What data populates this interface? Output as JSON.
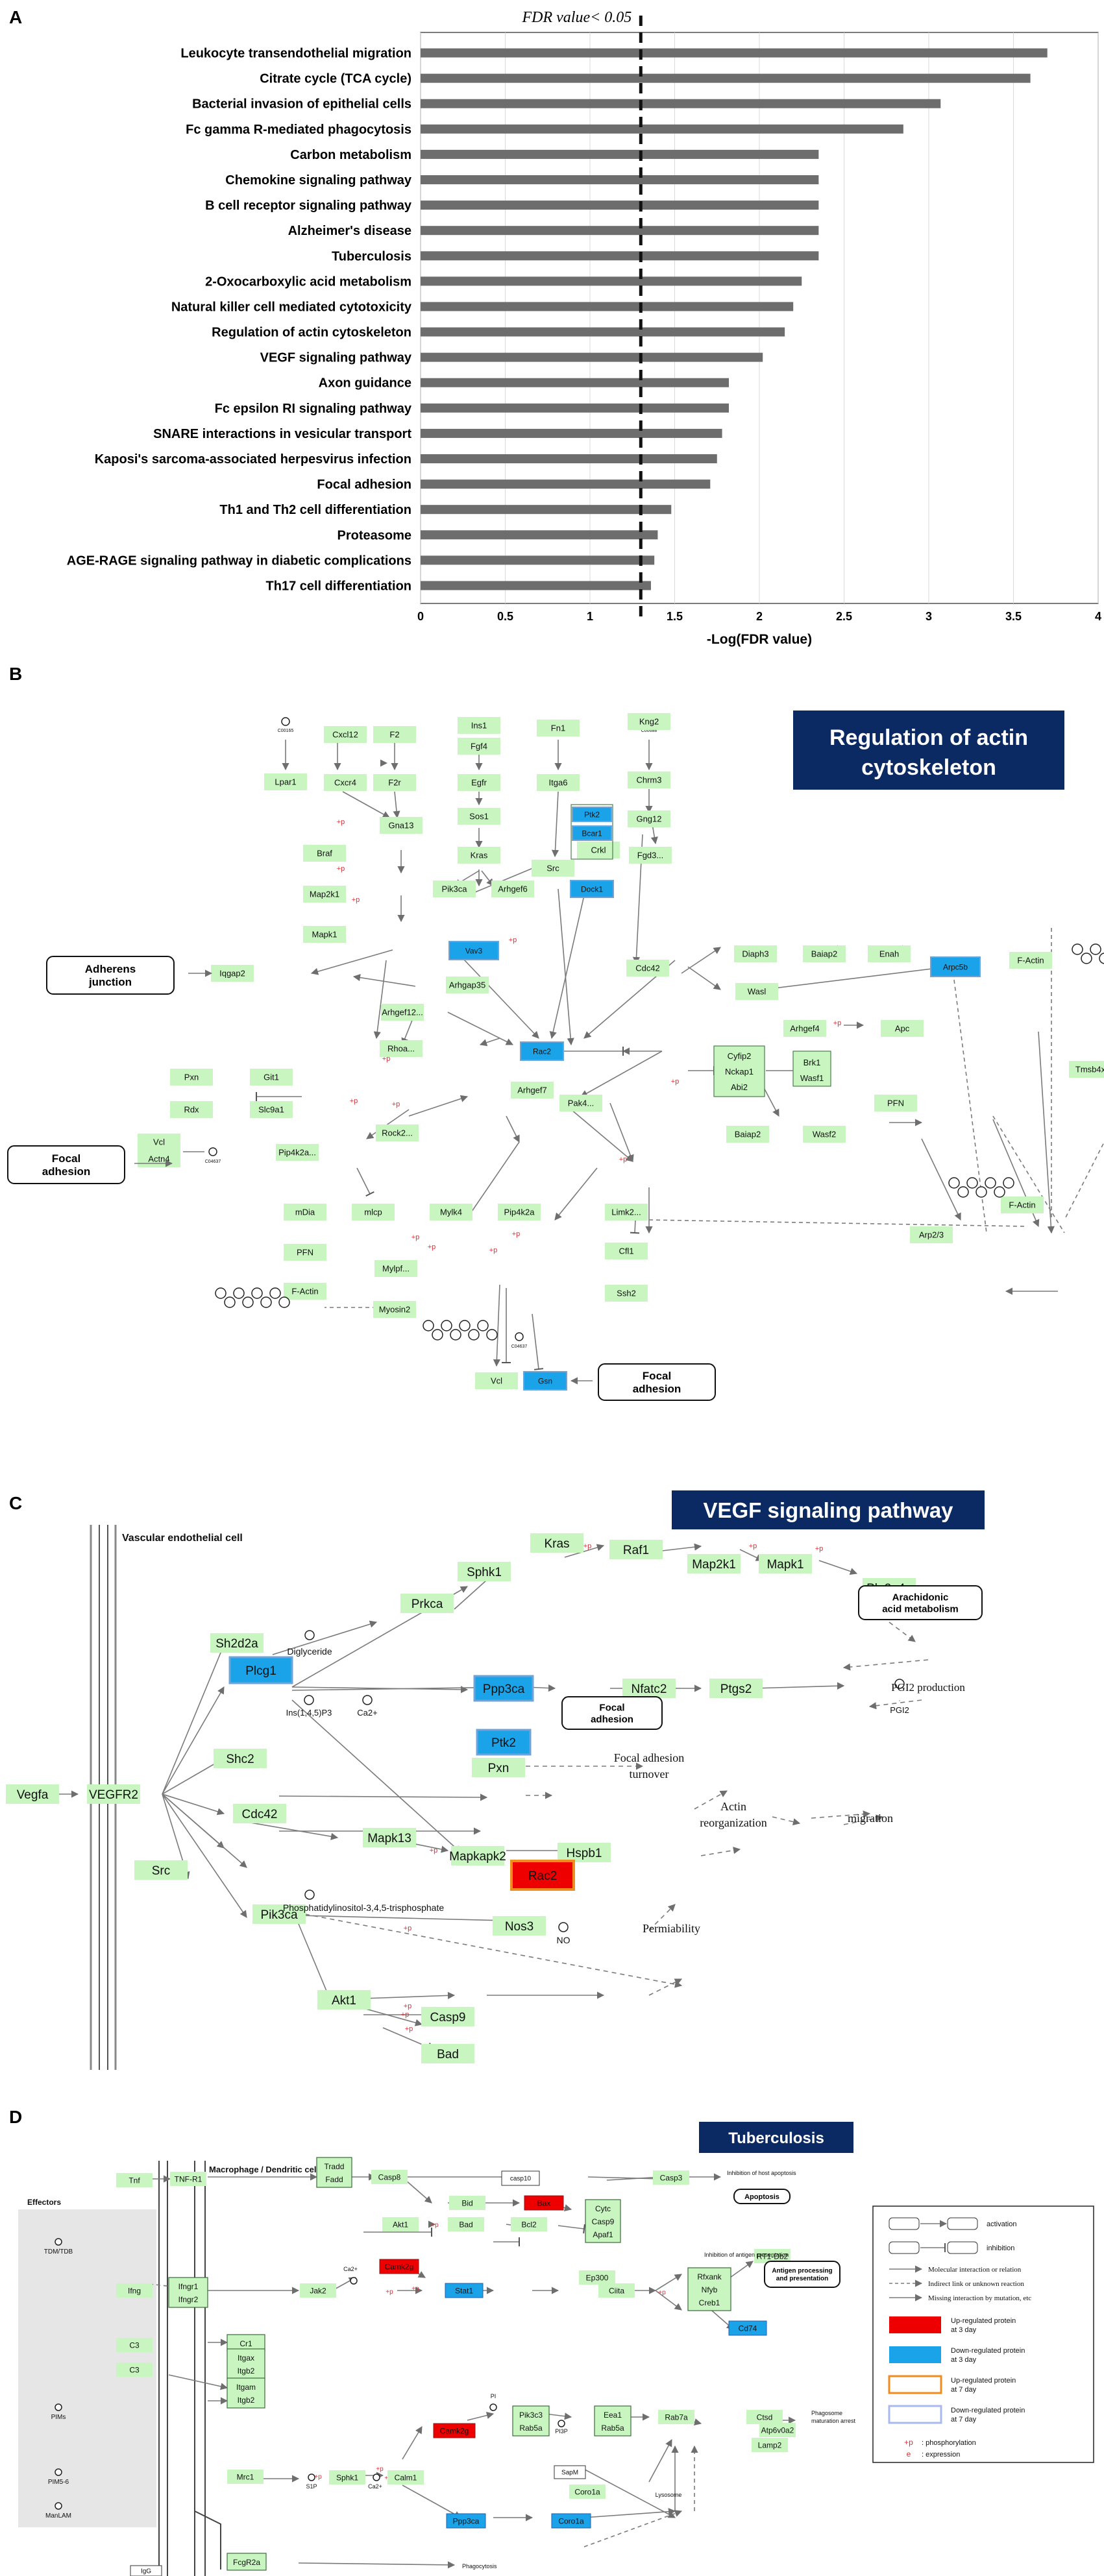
{
  "panel_labels": [
    "A",
    "B",
    "C",
    "D"
  ],
  "chart_data": {
    "type": "bar",
    "orientation": "horizontal",
    "title": "",
    "threshold_label": "FDR value< 0.05",
    "threshold_value": 1.3,
    "xlabel": "-Log(FDR value)",
    "xlim": [
      0,
      4
    ],
    "xticks": [
      "0",
      "0.5",
      "1",
      "1.5",
      "2",
      "2.5",
      "3",
      "3.5",
      "4"
    ],
    "grid": true,
    "bar_color": "#6d6d6d",
    "categories": [
      "Leukocyte transendothelial migration",
      "Citrate cycle (TCA cycle)",
      "Bacterial invasion of epithelial cells",
      "Fc gamma R-mediated phagocytosis",
      "Carbon metabolism",
      "Chemokine signaling pathway",
      "B cell receptor signaling pathway",
      "Alzheimer's disease",
      "Tuberculosis",
      "2-Oxocarboxylic acid metabolism",
      "Natural killer cell mediated cytotoxicity",
      "Regulation of actin cytoskeleton",
      "VEGF signaling pathway",
      "Axon guidance",
      "Fc epsilon RI signaling pathway",
      "SNARE interactions in vesicular transport",
      "Kaposi's sarcoma-associated herpesvirus infection",
      "Focal adhesion",
      "Th1 and Th2 cell differentiation",
      "Proteasome",
      "AGE-RAGE signaling pathway in diabetic complications",
      "Th17 cell differentiation"
    ],
    "values": [
      3.7,
      3.6,
      3.07,
      2.85,
      2.35,
      2.35,
      2.35,
      2.35,
      2.35,
      2.25,
      2.2,
      2.15,
      2.02,
      1.82,
      1.82,
      1.78,
      1.75,
      1.71,
      1.48,
      1.4,
      1.38,
      1.36
    ]
  },
  "panel_b": {
    "title_line1": "Regulation  of actin",
    "title_line2": "cytoskeleton",
    "title_bg": "#0b2a63",
    "side_labels": {
      "adherens": [
        "Adherens",
        "junction"
      ],
      "focal_left": [
        "Focal",
        "adhesion"
      ],
      "focal_bottom": [
        "Focal",
        "adhesion"
      ]
    },
    "nodes": {
      "lpar1": "Lpar1",
      "cxcl12": "Cxcl12",
      "cxcr4": "Cxcr4",
      "f2": "F2",
      "f2r": "F2r",
      "gna13": "Gna13",
      "ins1": "Ins1",
      "fgf4": "Fgf4",
      "egfr": "Egfr",
      "sos1": "Sos1",
      "kras": "Kras",
      "pik3ca": "Pik3ca",
      "arhgef6": "Arhgef6",
      "fn1": "Fn1",
      "itga6": "Itga6",
      "src": "Src",
      "ptk2": "Ptk2",
      "bcar1": "Bcar1",
      "crkl": "Crkl",
      "dock1": "Dock1",
      "kng2": "Kng2",
      "chrm3": "Chrm3",
      "gng12": "Gng12",
      "fgd3": "Fgd3...",
      "braf": "Braf",
      "map2k1": "Map2k1",
      "mapk1": "Mapk1",
      "vav3": "Vav3",
      "iqgap2": "Iqgap2",
      "cdc42": "Cdc42",
      "diaph3": "Diaph3",
      "baiap2": "Baiap2",
      "enah": "Enah",
      "wasl": "Wasl",
      "arpc5b": "Arpc5b",
      "factin1": "F-Actin",
      "arhgef12": "Arhgef12...",
      "arhgap35": "Arhgap35",
      "rhoa": "Rhoa...",
      "rac2": "Rac2",
      "arhgef4": "Arhgef4",
      "apc": "Apc",
      "cyfip2": "Cyfip2",
      "nckap1": "Nckap1",
      "abi2": "Abi2",
      "brk1": "Brk1",
      "wasf1": "Wasf1",
      "pxn": "Pxn",
      "git1": "Git1",
      "rdx": "Rdx",
      "slc9a1": "Slc9a1",
      "arhgef7": "Arhgef7",
      "pak4": "Pak4...",
      "vcl": "Vcl",
      "actn4": "Actn4",
      "pip4k2a": "Pip4k2a...",
      "rock2": "Rock2...",
      "baiap2b": "Baiap2",
      "wasf2": "Wasf2",
      "pfn1": "PFN",
      "tmsb4x": "Tmsb4x",
      "factin2": "F-Actin",
      "arp23": "Arp2/3",
      "mdia": "mDia",
      "mlcp": "mlcp",
      "mylk4": "Mylk4",
      "pip4k2a2": "Pip4k2a",
      "limk2": "Limk2...",
      "cfl1": "Cfl1",
      "ssh2": "Ssh2",
      "pfn2": "PFN",
      "factin3": "F-Actin",
      "mylpf": "Mylpf...",
      "myosin2": "Myosin2",
      "vcl2": "Vcl",
      "gsn": "Gsn"
    },
    "small_labels": {
      "c1": "C00165",
      "c2": "C00688",
      "c3": "C04637",
      "c4": "C04637"
    }
  },
  "panel_c": {
    "title": "VEGF signaling  pathway",
    "title_bg": "#0b2a63",
    "cell_label": "Vascular endothelial cell",
    "nodes": {
      "vegfa": "Vegfa",
      "vegfr2": "VEGFR2",
      "sh2d2a": "Sh2d2a",
      "plcg1": "Plcg1",
      "shc2": "Shc2",
      "cdc42": "Cdc42",
      "src": "Src",
      "pik3ca": "Pik3ca",
      "sphk1": "Sphk1",
      "kras": "Kras",
      "raf1": "Raf1",
      "map2k1": "Map2k1",
      "mapk1": "Mapk1",
      "prkca": "Prkca",
      "pla2g4a": "Pla2g4a",
      "ppp3ca": "Ppp3ca",
      "nfatc2": "Nfatc2",
      "ptgs2": "Ptgs2",
      "ptk2": "Ptk2",
      "pxn": "Pxn",
      "mapk13": "Mapk13",
      "mapkapk2": "Mapkapk2",
      "hspb1": "Hspb1",
      "rac2": "Rac2",
      "nos3": "Nos3",
      "akt1": "Akt1",
      "casp9": "Casp9",
      "bad": "Bad"
    },
    "labels": {
      "diglyceride": "Diglyceride",
      "ins": "Ins(1,4,5)P3",
      "ca": "Ca2+",
      "arach": [
        "Arachidonic",
        "acid metabolism"
      ],
      "pgi2prod": "PGI2  production",
      "pgi2": "PGI2",
      "focal": [
        "Focal",
        "adhesion"
      ],
      "turnover": [
        "Focal adhesion",
        "turnover"
      ],
      "actin": [
        "Actin",
        "reorganization"
      ],
      "migration": "migration",
      "pip3": "Phosphatidylinositol-3,4,5-trisphosphate",
      "no": "NO",
      "permeability": "Permiability"
    }
  },
  "panel_d": {
    "title": "Tuberculosis",
    "title_bg": "#0b2a63",
    "effectors": "Effectors",
    "cell_label": "Macrophage / Dendritic cell",
    "effector_items": [
      "TDM/TDB",
      "PIMs",
      "PIM5-6",
      "ManLAM"
    ],
    "nodes": {
      "tnf": "Tnf",
      "tnfr1": "TNF-R1",
      "tradd": "Tradd",
      "fadd": "Fadd",
      "casp8": "Casp8",
      "casp10": "casp10",
      "bid": "Bid",
      "bax": "Bax",
      "casp3": "Casp3",
      "akt1": "Akt1",
      "bad": "Bad",
      "bcl2": "Bcl2",
      "cytc": "Cytc",
      "casp9": "Casp9",
      "apaf1": "Apaf1",
      "camk2g": "Camk2g",
      "ifng": "Ifng",
      "ifngr1": "Ifngr1",
      "ifngr2": "Ifngr2",
      "jak2": "Jak2",
      "stat1": "Stat1",
      "ep300": "Ep300",
      "ciita": "Ciita",
      "rfxank": "Rfxank",
      "nfyb": "Nfyb",
      "creb1": "Creb1",
      "rt1db2": "RT1-Db2",
      "cd74": "Cd74",
      "c3a": "C3",
      "c3b": "C3",
      "cr1": "Cr1",
      "itgax": "Itgax",
      "itgb2a": "Itgb2",
      "itgam": "Itgam",
      "itgb2b": "Itgb2",
      "mrc1": "Mrc1",
      "pik3c3": "Pik3c3",
      "rab5a": "Rab5a",
      "eea1": "Eea1",
      "rab5a2": "Rab5a",
      "rab7a": "Rab7a",
      "ctsd": "Ctsd",
      "atp6v0a2": "Atp6v0a2",
      "lamp2": "Lamp2",
      "sapm": "SapM",
      "coro1a": "Coro1a",
      "coro1a2": "Coro1a",
      "sphk1": "Sphk1",
      "calm1": "Calm1",
      "ppp3ca": "Ppp3ca",
      "camk2g2": "Camk2g",
      "igg": "IgG",
      "fcgr2a": "FcgR2a"
    },
    "labels": {
      "inhibition_apoptosis": "Inhibition of host apoptosis",
      "apoptosis": "Apoptosis",
      "inhibition_antigen": "Inhibition of antigen presentation",
      "antigen": [
        "Antigen processing",
        "and presentation"
      ],
      "phagosome_arrest": [
        "Phagosome",
        "maturation arrest"
      ],
      "lysosome": "Lysosome",
      "phagocytosis": "Phagocytosis",
      "ca1": "Ca2+",
      "ca2": "Ca2+",
      "ca3": "Ca2+",
      "pi": "PI",
      "pi3p": "PI3P",
      "s1p": "S1P"
    },
    "legend": {
      "activation": "activation",
      "inhibition": "inhibition",
      "molecular": "Molecular interaction or relation",
      "indirect": "Indirect link or unknown reaction",
      "missing": "Missing interaction by mutation, etc",
      "up3": [
        "Up-regulated protein",
        "at 3 day"
      ],
      "down3": [
        "Down-regulated protein",
        "at 3 day"
      ],
      "up7": [
        "Up-regulated protein",
        "at 7 day"
      ],
      "down7": [
        "Down-regulated protein",
        "at 7 day"
      ],
      "phos_sym": "+p",
      "phos": ": phosphorylation",
      "expr_sym": "e",
      "expr": ": expression"
    },
    "colors": {
      "up": "#ee0000",
      "down": "#1aa3e8",
      "up7": "#f08c1e",
      "down7": "#aab8f0",
      "node": "#c8f5c0"
    }
  }
}
